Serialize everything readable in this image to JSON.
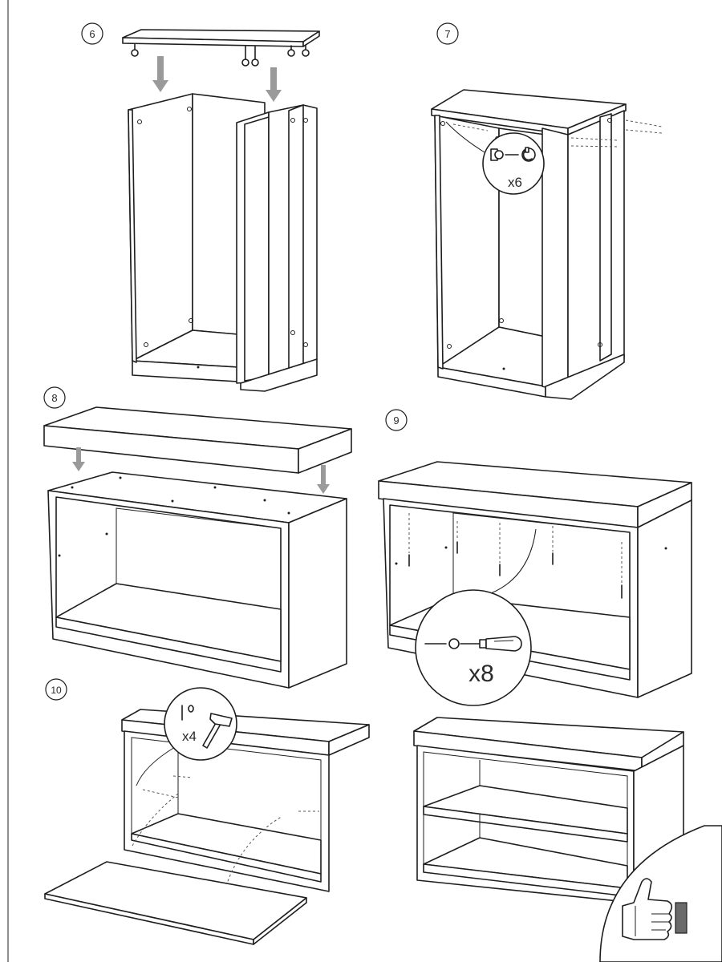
{
  "steps": [
    {
      "number": "6"
    },
    {
      "number": "7",
      "quantity_label": "x6",
      "hardware_icon": "cam-lock-and-dowel-icon"
    },
    {
      "number": "8"
    },
    {
      "number": "9",
      "quantity_label": "x8",
      "hardware_icon": "screw-and-screwdriver-icon"
    },
    {
      "number": "10",
      "quantity_label": "x4",
      "hardware_icon": "nail-and-hammer-icon"
    }
  ],
  "final_icon": "thumbs-up-icon",
  "colors": {
    "line": "#1e1e1e",
    "arrow": "#9a9a9a",
    "background": "#ffffff"
  }
}
